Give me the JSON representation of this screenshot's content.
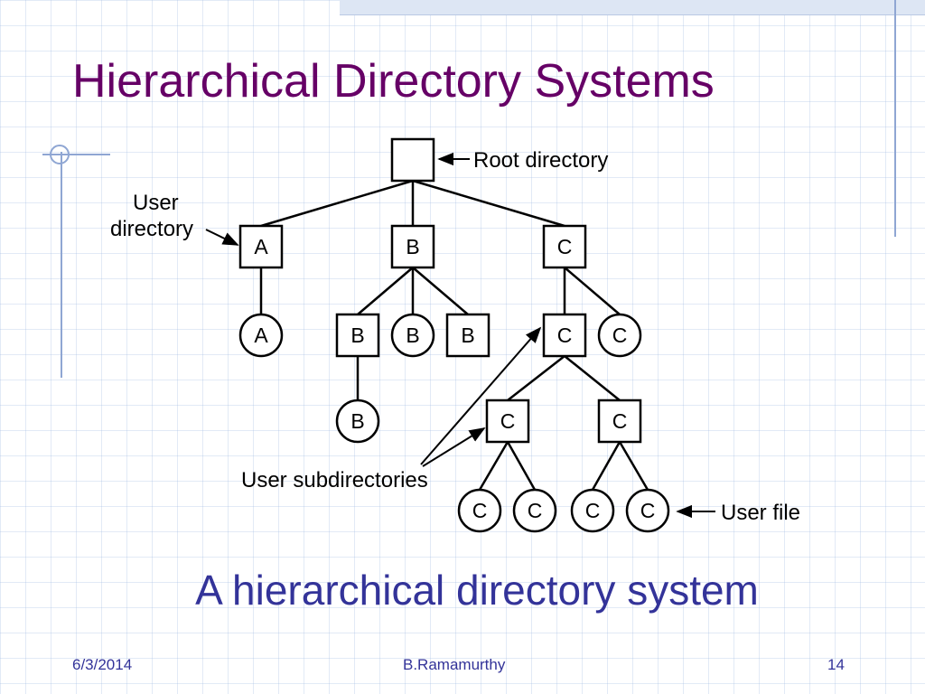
{
  "slide": {
    "title": "Hierarchical Directory Systems",
    "caption": "A hierarchical directory system"
  },
  "diagram": {
    "labels": {
      "root": "Root directory",
      "user_directory_line1": "User",
      "user_directory_line2": "directory",
      "user_subdirectories": "User subdirectories",
      "user_file": "User file"
    },
    "nodes": [
      {
        "id": "root",
        "shape": "directory",
        "text": ""
      },
      {
        "id": "A",
        "shape": "directory",
        "text": "A"
      },
      {
        "id": "B",
        "shape": "directory",
        "text": "B"
      },
      {
        "id": "C",
        "shape": "directory",
        "text": "C"
      },
      {
        "id": "A1",
        "shape": "file",
        "text": "A"
      },
      {
        "id": "B1",
        "shape": "directory",
        "text": "B"
      },
      {
        "id": "B2",
        "shape": "file",
        "text": "B"
      },
      {
        "id": "B3",
        "shape": "directory",
        "text": "B"
      },
      {
        "id": "C1",
        "shape": "directory",
        "text": "C"
      },
      {
        "id": "C2",
        "shape": "file",
        "text": "C"
      },
      {
        "id": "B1a",
        "shape": "file",
        "text": "B"
      },
      {
        "id": "C1a",
        "shape": "directory",
        "text": "C"
      },
      {
        "id": "C1b",
        "shape": "directory",
        "text": "C"
      },
      {
        "id": "C1a1",
        "shape": "file",
        "text": "C"
      },
      {
        "id": "C1a2",
        "shape": "file",
        "text": "C"
      },
      {
        "id": "C1b1",
        "shape": "file",
        "text": "C"
      },
      {
        "id": "C1b2",
        "shape": "file",
        "text": "C"
      }
    ],
    "edges": [
      [
        "root",
        "A"
      ],
      [
        "root",
        "B"
      ],
      [
        "root",
        "C"
      ],
      [
        "A",
        "A1"
      ],
      [
        "B",
        "B1"
      ],
      [
        "B",
        "B2"
      ],
      [
        "B",
        "B3"
      ],
      [
        "C",
        "C1"
      ],
      [
        "C",
        "C2"
      ],
      [
        "B1",
        "B1a"
      ],
      [
        "C1",
        "C1a"
      ],
      [
        "C1",
        "C1b"
      ],
      [
        "C1a",
        "C1a1"
      ],
      [
        "C1a",
        "C1a2"
      ],
      [
        "C1b",
        "C1b1"
      ],
      [
        "C1b",
        "C1b2"
      ]
    ]
  },
  "footer": {
    "date": "6/3/2014",
    "author": "B.Ramamurthy",
    "page": "14"
  },
  "colors": {
    "title": "#660066",
    "caption": "#333399",
    "footer": "#333399",
    "diagram": "#000000",
    "grid": "#a0b9e1"
  }
}
